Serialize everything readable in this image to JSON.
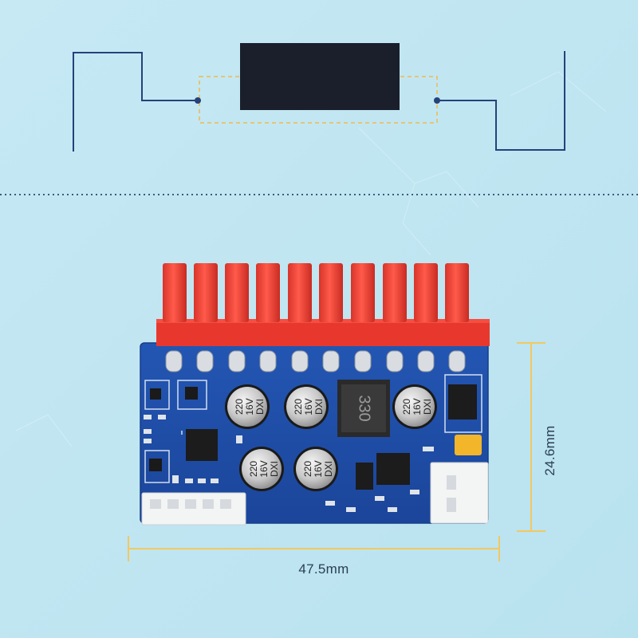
{
  "dimensions": {
    "width_label": "47.5mm",
    "height_label": "24.6mm"
  },
  "board_markings": {
    "capacitor_1": [
      "220",
      "16V",
      "DXI"
    ],
    "capacitor_2": [
      "220",
      "16V",
      "DXI"
    ],
    "capacitor_3": [
      "220",
      "16V",
      "DXI"
    ],
    "capacitor_4": [
      "220",
      "16V",
      "DXI"
    ],
    "capacitor_5": [
      "220",
      "16V",
      "DXI"
    ],
    "inductor": "330"
  },
  "colors": {
    "background": "#c4e8f3",
    "pcb": "#1f4fa8",
    "connector": "#e8382e",
    "dimension_lines": "#f2c862",
    "wire_lines": "#25427a"
  }
}
